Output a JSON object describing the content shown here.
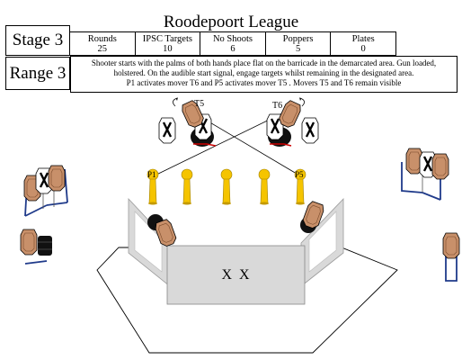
{
  "title": "Roodepoort League",
  "stage_label": "Stage 3",
  "range_label": "Range 3",
  "stats": [
    {
      "label": "Rounds",
      "value": "25"
    },
    {
      "label": "IPSC Targets",
      "value": "10"
    },
    {
      "label": "No Shoots",
      "value": "6"
    },
    {
      "label": "Poppers",
      "value": "5"
    },
    {
      "label": "Plates",
      "value": "0"
    }
  ],
  "description": [
    "Shooter starts with the palms of both hands place flat on the barricade in the demarcated area. Gun loaded,",
    "holstered. On the audible start signal, engage targets whilst remaining in the designated  area.",
    "P1 activates mover T6 and P5 activates mover T5 . Movers T5 and T6 remain visible"
  ],
  "mover_labels": {
    "t5": "T5",
    "t6": "T6"
  },
  "popper_labels": {
    "p1": "P1",
    "p5": "P5"
  },
  "start_marks": "X  X",
  "colors": {
    "popper": "#f5c400",
    "target": "#c8906a",
    "wall": "#d9d9d9",
    "no_shoot": "#ffffff"
  }
}
